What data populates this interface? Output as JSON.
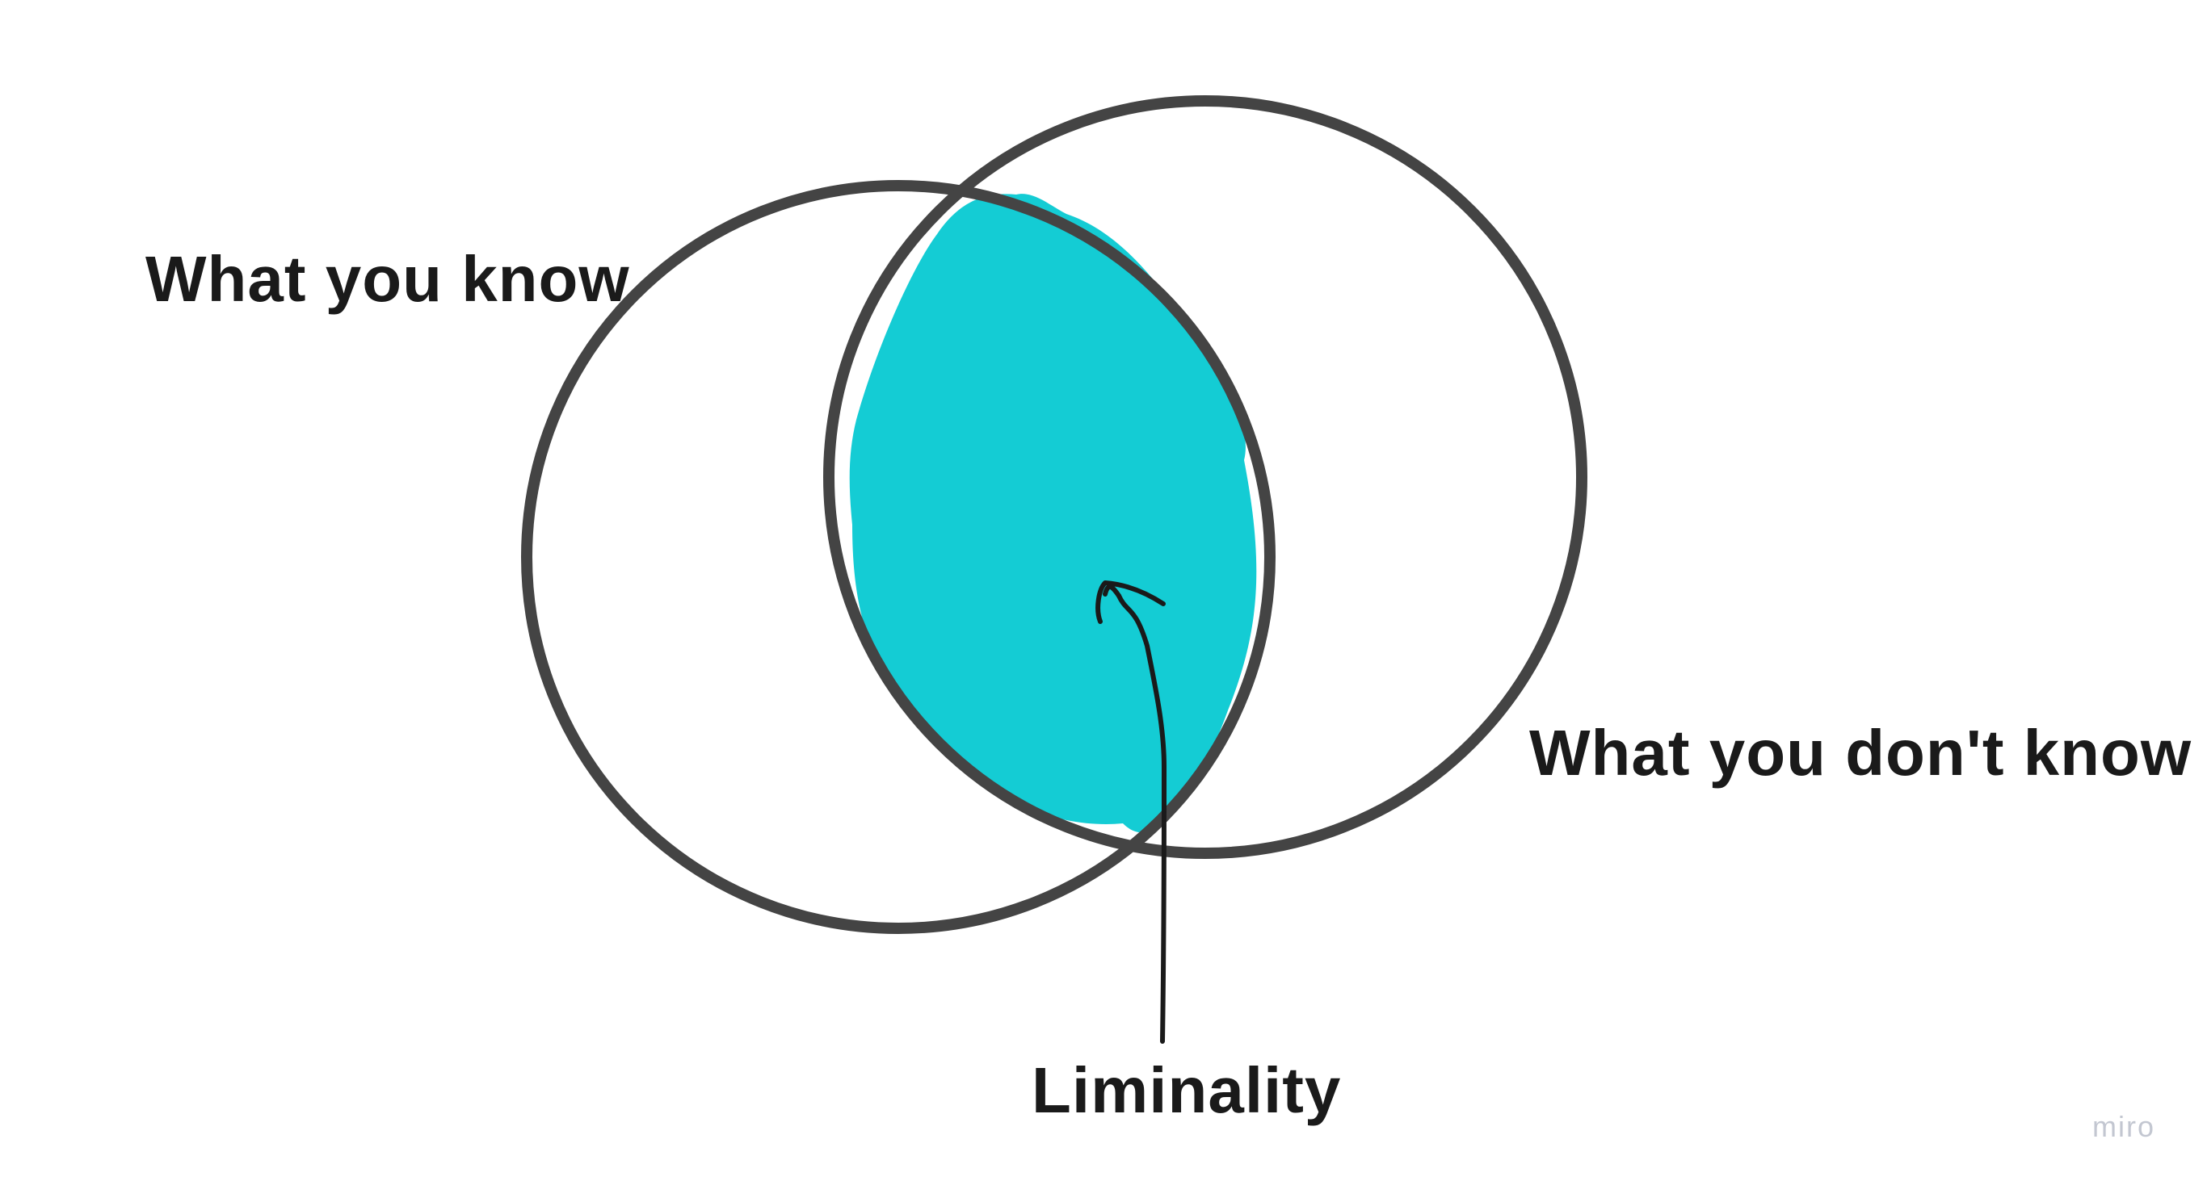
{
  "labels": {
    "what_you_know": "What you know",
    "what_you_dont_know": "What you don't know",
    "liminality": "Liminality"
  },
  "watermark": "miro",
  "colors": {
    "highlight": "#14CCD4",
    "circle_stroke": "#444444",
    "arrow_stroke": "#1a1a1a",
    "text": "#1a1a1a",
    "watermark": "#c3c7d1"
  }
}
